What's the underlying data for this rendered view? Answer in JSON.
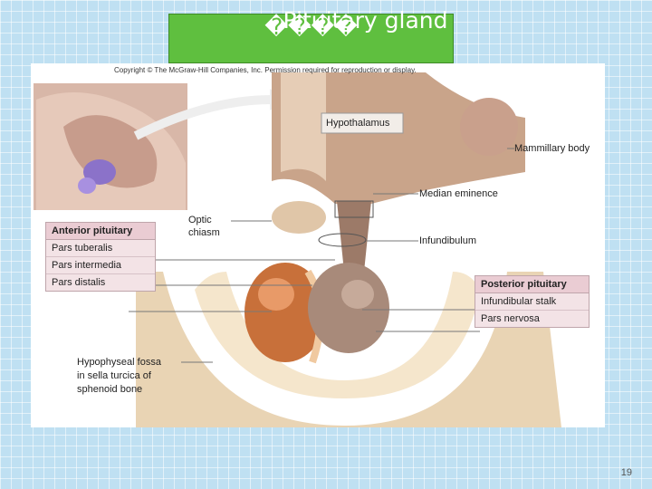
{
  "slide": {
    "title_glyphs": "����",
    "title_text": "Pituitary gland",
    "page_number": "19"
  },
  "figure": {
    "copyright": "Copyright © The McGraw-Hill Companies, Inc. Permission required for reproduction or display.",
    "labels": {
      "hypothalamus": "Hypothalamus",
      "mammillary_body": "Mammillary body",
      "median_eminence": "Median eminence",
      "optic_chiasm_1": "Optic",
      "optic_chiasm_2": "chiasm",
      "infundibulum": "Infundibulum",
      "fossa_1": "Hypophyseal fossa",
      "fossa_2": "in sella turcica of",
      "fossa_3": "sphenoid bone"
    },
    "anterior": {
      "title": "Anterior pituitary",
      "items": [
        "Pars tuberalis",
        "Pars intermedia",
        "Pars distalis"
      ]
    },
    "posterior": {
      "title": "Posterior pituitary",
      "items": [
        "Infundibular stalk",
        "Pars nervosa"
      ]
    }
  },
  "colors": {
    "title_bg": "#5fbf3f",
    "slide_bg": "#bfe0f2",
    "anterior_lobe": "#c8703a",
    "posterior_lobe": "#a88a7a",
    "bone": "#e9d4b4",
    "label_box": "#f3e3e6"
  }
}
